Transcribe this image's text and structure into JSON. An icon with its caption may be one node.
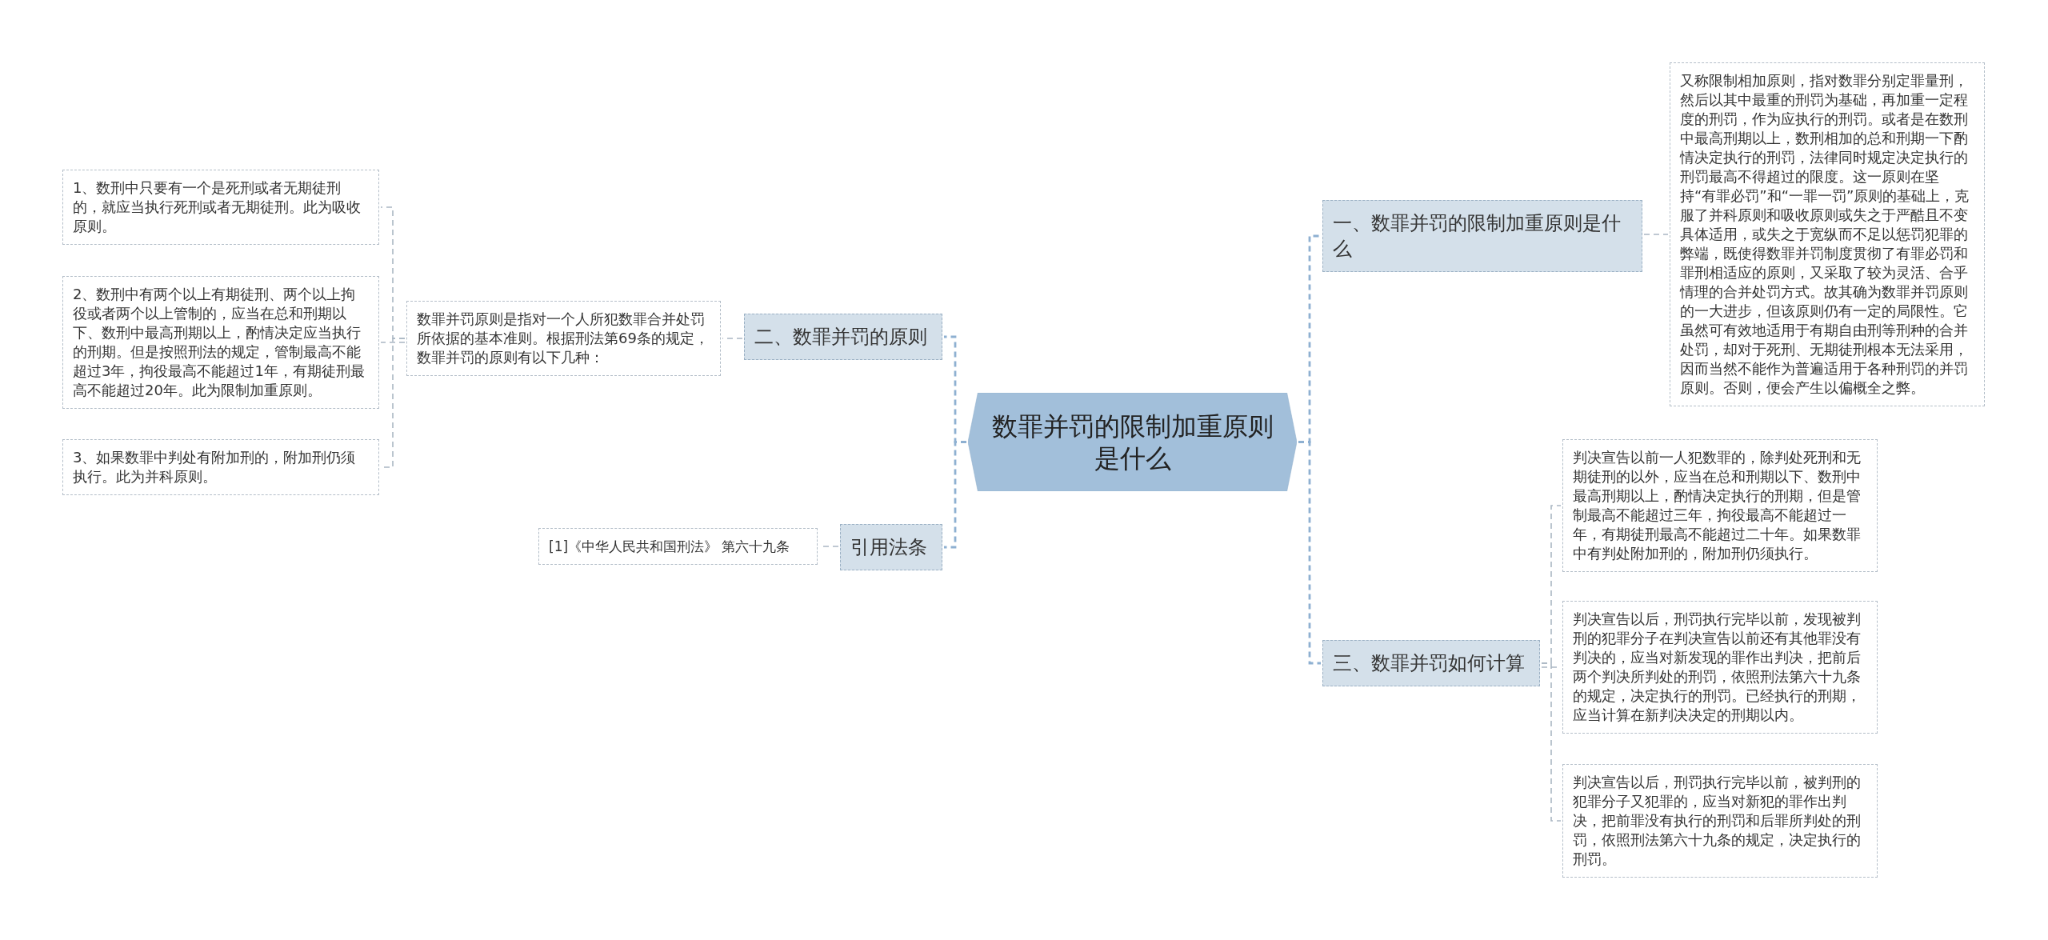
{
  "diagram": {
    "nodes": [
      {
        "text": [
          "数罪并罚的限制加重原则是什么"
        ]
      },
      {
        "text": [
          "一、数罪并罚的限制加重原则是什么"
        ]
      },
      {
        "text": [
          "又称限制相加原则，指对数罪分别定罪量刑，然后以其中最重的刑罚为基础，再加重一定程度的刑罚，作为应执行的刑罚。或者是在数刑中最高刑期以上，数刑相加的总和刑期一下酌情决定执行的刑罚，法律同时规定决定执行的刑罚最高不得超过的限度。这一原则在坚持“有罪必罚”和“一罪一罚”原则的基础上，克服了并科原则和吸收原则或失之于严酷且不变具体适用，或失之于宽纵而不足以惩罚犯罪的弊端，既使得数罪并罚制度贯彻了有罪必罚和罪刑相适应的原则，又采取了较为灵活、合乎情理的合并处罚方式。故其确为数罪并罚原则的一大进步，但该原则仍有一定的局限性。它虽然可有效地适用于有期自由刑等刑种的合并处罚，却对于死刑、无期徒刑根本无法采用，因而当然不能作为普遍适用于各种刑罚的并罚原则。否则，便会产生以偏概全之弊。"
        ]
      },
      {
        "text": [
          "二、数罪并罚的原则"
        ]
      },
      {
        "text": [
          "数罪并罚原则是指对一个人所犯数罪合并处罚所依据的基本准则。根据刑法第69条的规定，数罪并罚的原则有以下几种："
        ]
      },
      {
        "text": [
          "1、数刑中只要有一个是死刑或者无期徒刑的，就应当执行死刑或者无期徒刑。此为吸收原则。"
        ]
      },
      {
        "text": [
          "2、数刑中有两个以上有期徒刑、两个以上拘役或者两个以上管制的，应当在总和刑期以下、数刑中最高刑期以上，酌情决定应当执行的刑期。但是按照刑法的规定，管制最高不能超过3年，拘役最高不能超过1年，有期徒刑最高不能超过20年。此为限制加重原则。"
        ]
      },
      {
        "text": [
          "3、如果数罪中判处有附加刑的，附加刑仍须执行。此为并科原则。"
        ]
      },
      {
        "text": [
          "三、数罪并罚如何计算"
        ]
      },
      {
        "text": [
          "判决宣告以前一人犯数罪的，除判处死刑和无期徒刑的以外，应当在总和刑期以下、数刑中最高刑期以上，酌情决定执行的刑期，但是管制最高不能超过三年，拘役最高不能超过一年，有期徒刑最高不能超过二十年。如果数罪中有判处附加刑的，附加刑仍须执行。"
        ]
      },
      {
        "text": [
          "判决宣告以后，刑罚执行完毕以前，发现被判刑的犯罪分子在判决宣告以前还有其他罪没有判决的，应当对新发现的罪作出判决，把前后两个判决所判处的刑罚，依照刑法第六十九条的规定，决定执行的刑罚。已经执行的刑期，应当计算在新判决决定的刑期以内。"
        ]
      },
      {
        "text": [
          "判决宣告以后，刑罚执行完毕以前，被判刑的犯罪分子又犯罪的，应当对新犯的罪作出判决，把前罪没有执行的刑罚和后罪所判处的刑罚，依照刑法第六十九条的规定，决定执行的刑罚。"
        ]
      },
      {
        "text": [
          "引用法条"
        ]
      },
      {
        "text": [
          "[1]《中华人民共和国刑法》 第六十九条"
        ]
      }
    ],
    "edges": [
      {
        "from": 0,
        "to": 1,
        "arrow": "none",
        "style": "dashed",
        "color": "#8eb0d1"
      },
      {
        "from": 1,
        "to": 2,
        "arrow": "none",
        "style": "dashed"
      },
      {
        "from": 0,
        "to": 3,
        "arrow": "none",
        "style": "dashed",
        "color": "#8eb0d1"
      },
      {
        "from": 3,
        "to": 4,
        "arrow": "none",
        "style": "dashed"
      },
      {
        "from": 4,
        "to": 5,
        "arrow": "none",
        "style": "dashed"
      },
      {
        "from": 4,
        "to": 6,
        "arrow": "none",
        "style": "dashed"
      },
      {
        "from": 4,
        "to": 7,
        "arrow": "none",
        "style": "dashed"
      },
      {
        "from": 0,
        "to": 8,
        "arrow": "none",
        "style": "dashed",
        "color": "#8eb0d1"
      },
      {
        "from": 8,
        "to": 9,
        "arrow": "none",
        "style": "dashed"
      },
      {
        "from": 8,
        "to": 10,
        "arrow": "none",
        "style": "dashed"
      },
      {
        "from": 8,
        "to": 11,
        "arrow": "none",
        "style": "dashed"
      },
      {
        "from": 0,
        "to": 12,
        "arrow": "none",
        "style": "dashed",
        "color": "#8eb0d1"
      },
      {
        "from": 12,
        "to": 13,
        "arrow": "none",
        "style": "dashed"
      }
    ]
  }
}
